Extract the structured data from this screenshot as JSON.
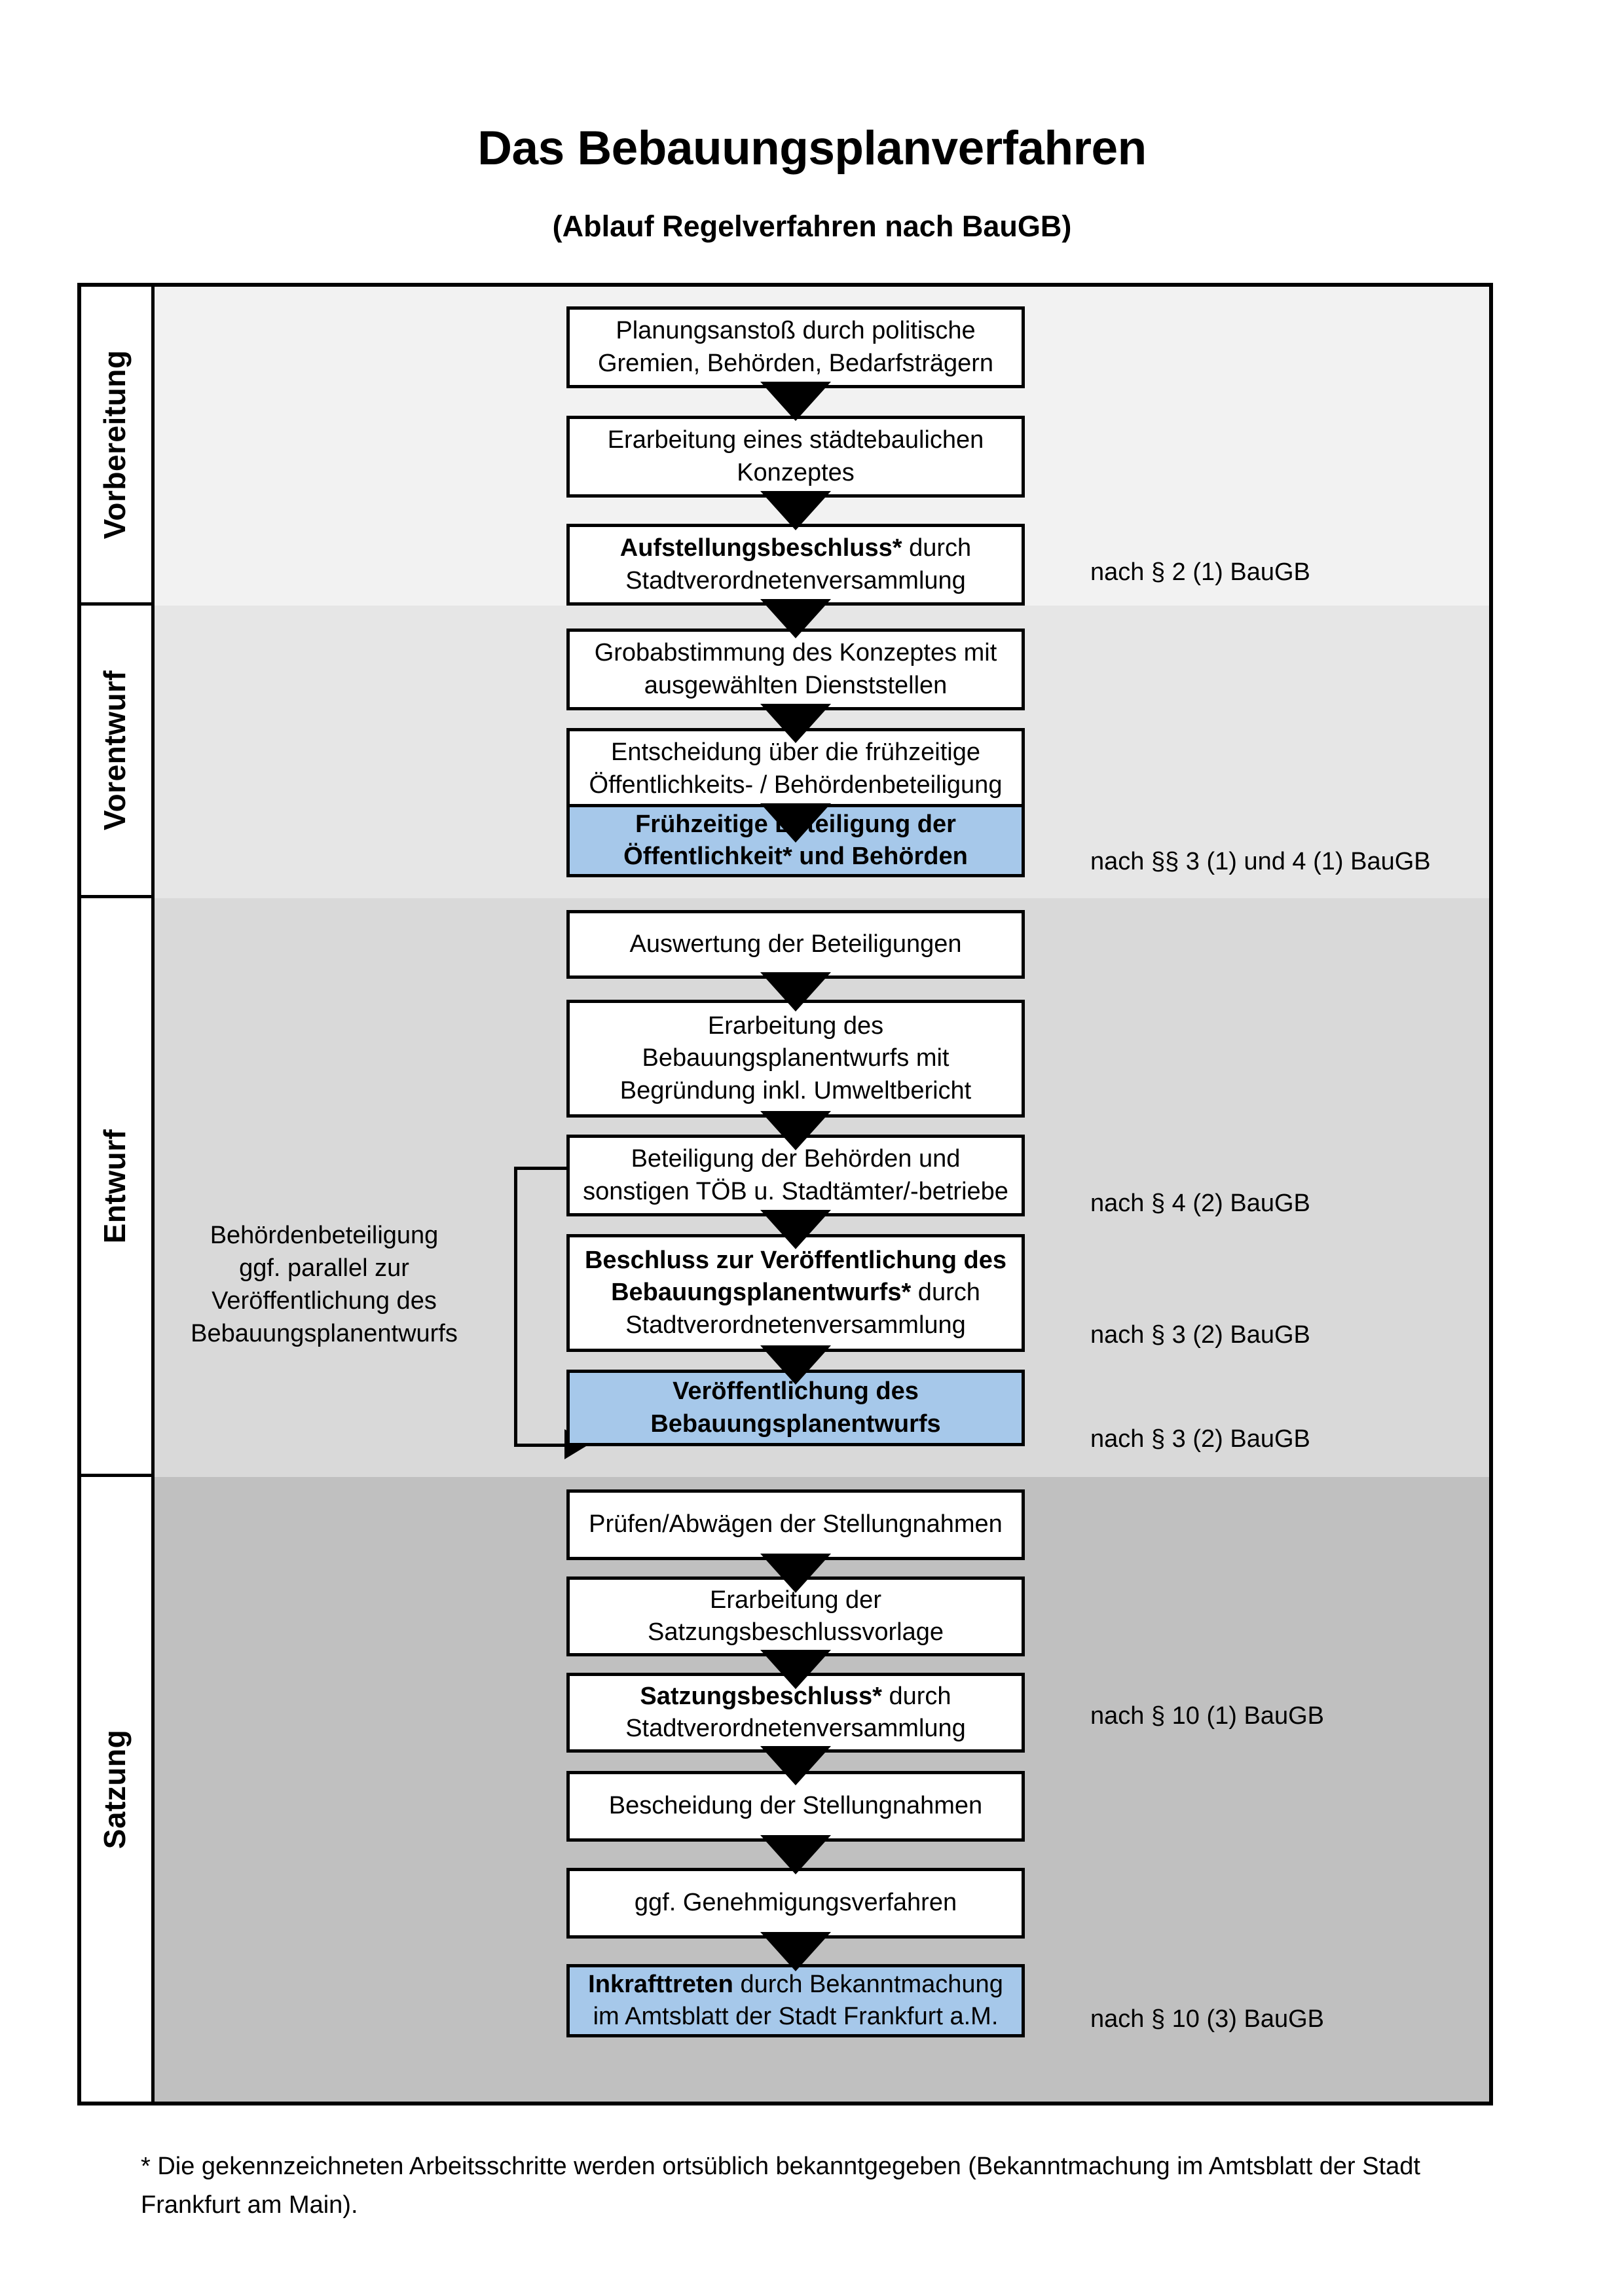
{
  "title": {
    "main": "Das Bebauungsplanverfahren",
    "sub": "(Ablauf Regelverfahren nach BauGB)"
  },
  "phases": [
    {
      "id": "vorbereitung",
      "label": "Vorbereitung",
      "bg": "#f2f2f2"
    },
    {
      "id": "vorentwurf",
      "label": "Vorentwurf",
      "bg": "#e6e6e6"
    },
    {
      "id": "entwurf",
      "label": "Entwurf",
      "bg": "#d9d9d9"
    },
    {
      "id": "satzung",
      "label": "Satzung",
      "bg": "#c0c0c0"
    }
  ],
  "steps": [
    {
      "id": "s1",
      "phase": "vorbereitung",
      "highlight": false,
      "line1": "Planungsanstoß durch politische",
      "line2": "Gremien, Behörden, Bedarfsträgern"
    },
    {
      "id": "s2",
      "phase": "vorbereitung",
      "highlight": false,
      "line1": "Erarbeitung eines städtebaulichen",
      "line2": "Konzeptes"
    },
    {
      "id": "s3",
      "phase": "vorbereitung",
      "highlight": false,
      "bold1": "Aufstellungsbeschluss*",
      "rest1": " durch",
      "line2": "Stadtverordnetenversammlung"
    },
    {
      "id": "s4",
      "phase": "vorentwurf",
      "highlight": false,
      "line1": "Grobabstimmung des Konzeptes mit",
      "line2": "ausgewählten Dienststellen"
    },
    {
      "id": "s5",
      "phase": "vorentwurf",
      "highlight": false,
      "line1": "Entscheidung über die frühzeitige",
      "line2": "Öffentlichkeits- / Behördenbeteiligung"
    },
    {
      "id": "s6",
      "phase": "vorentwurf",
      "highlight": true,
      "allbold": true,
      "line1": "Frühzeitige Beteiligung der",
      "line2": "Öffentlichkeit* und Behörden"
    },
    {
      "id": "s7",
      "phase": "entwurf",
      "highlight": false,
      "line1": "Auswertung der Beteiligungen"
    },
    {
      "id": "s8",
      "phase": "entwurf",
      "highlight": false,
      "line1": "Erarbeitung des",
      "line2": "Bebauungsplanentwurfs mit",
      "line3": "Begründung inkl. Umweltbericht"
    },
    {
      "id": "s9",
      "phase": "entwurf",
      "highlight": false,
      "line1": "Beteiligung der Behörden und",
      "line2": "sonstigen TÖB u. Stadtämter/-betriebe"
    },
    {
      "id": "s10",
      "phase": "entwurf",
      "highlight": false,
      "bold1": "Beschluss zur Veröffentlichung des",
      "bold2": "Bebauungsplanentwurfs*",
      "rest2": " durch",
      "line3": "Stadtverordnetenversammlung"
    },
    {
      "id": "s11",
      "phase": "entwurf",
      "highlight": true,
      "allbold": true,
      "line1": "Veröffentlichung des",
      "line2": "Bebauungsplanentwurfs"
    },
    {
      "id": "s12",
      "phase": "satzung",
      "highlight": false,
      "line1": "Prüfen/Abwägen der Stellungnahmen"
    },
    {
      "id": "s13",
      "phase": "satzung",
      "highlight": false,
      "line1": "Erarbeitung der",
      "line2": "Satzungsbeschlussvorlage"
    },
    {
      "id": "s14",
      "phase": "satzung",
      "highlight": false,
      "bold1": "Satzungsbeschluss*",
      "rest1": " durch",
      "line2": "Stadtverordnetenversammlung"
    },
    {
      "id": "s15",
      "phase": "satzung",
      "highlight": false,
      "line1": "Bescheidung der Stellungnahmen"
    },
    {
      "id": "s16",
      "phase": "satzung",
      "highlight": false,
      "line1": "ggf. Genehmigungsverfahren"
    },
    {
      "id": "s17",
      "phase": "satzung",
      "highlight": true,
      "bold1": "Inkrafttreten",
      "rest1": " durch Bekanntmachung",
      "line2": "im Amtsblatt der Stadt Frankfurt a.M."
    }
  ],
  "legal_refs": [
    {
      "id": "r1",
      "text": "nach § 2 (1) BauGB",
      "for_step": "s3"
    },
    {
      "id": "r2",
      "text": "nach §§ 3 (1) und 4 (1) BauGB",
      "for_step": "s6"
    },
    {
      "id": "r3",
      "text": "nach § 4 (2) BauGB",
      "for_step": "s9"
    },
    {
      "id": "r4",
      "text": "nach § 3 (2) BauGB",
      "for_step": "s10"
    },
    {
      "id": "r5",
      "text": "nach § 3 (2) BauGB",
      "for_step": "s11"
    },
    {
      "id": "r6",
      "text": "nach § 10 (1) BauGB",
      "for_step": "s14"
    },
    {
      "id": "r7",
      "text": "nach § 10 (3) BauGB",
      "for_step": "s17"
    }
  ],
  "sidenote": {
    "line1": "Behördenbeteiligung",
    "line2": "ggf. parallel zur",
    "line3": "Veröffentlichung des",
    "line4": "Bebauungsplanentwurfs"
  },
  "footnote": {
    "text": "* Die gekennzeichneten Arbeitsschritte werden ortsüblich bekanntgegeben (Bekanntmachung im Amtsblatt  der Stadt Frankfurt am Main)."
  },
  "colors": {
    "highlight_blue": "#a6c8ea",
    "outline": "#000000",
    "band_vorbereitung": "#f2f2f2",
    "band_vorentwurf": "#e6e6e6",
    "band_entwurf": "#d9d9d9",
    "band_satzung": "#c0c0c0"
  }
}
